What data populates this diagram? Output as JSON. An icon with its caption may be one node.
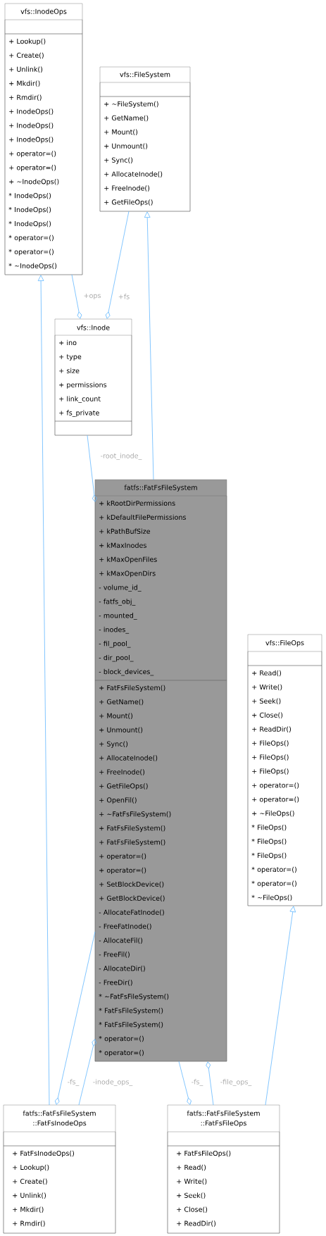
{
  "diagram": {
    "nodes": [
      {
        "text": [
          "vfs::InodeOps"
        ]
      },
      {
        "text": [],
        "shape": "box",
        "in": 0
      },
      {
        "text": [
          "+ Lookup()",
          "+ Create()",
          "+ Unlink()",
          "+ Mkdir()",
          "+ Rmdir()",
          "+ InodeOps()",
          "+ InodeOps()",
          "+ InodeOps()",
          "+ operator=()",
          "+ operator=()",
          "+ ~InodeOps()",
          "* InodeOps()",
          "* InodeOps()",
          "* InodeOps()",
          "* operator=()",
          "* operator=()",
          "* ~InodeOps()"
        ],
        "in": 0
      },
      {
        "text": [
          "vfs::FileSystem"
        ]
      },
      {
        "text": [],
        "shape": "box",
        "in": 3
      },
      {
        "text": [
          "+ ~FileSystem()",
          "+ GetName()",
          "+ Mount()",
          "+ Unmount()",
          "+ Sync()",
          "+ AllocateInode()",
          "+ FreeInode()",
          "+ GetFileOps()"
        ],
        "in": 3
      },
      {
        "text": [
          "vfs::Inode"
        ]
      },
      {
        "text": [
          "+ ino",
          "+ type",
          "+ size",
          "+ permissions",
          "+ link_count",
          "+ fs_private"
        ],
        "in": 6
      },
      {
        "text": [],
        "shape": "box",
        "in": 6
      },
      {
        "text": [
          "fatfs::FatFsFileSystem"
        ]
      },
      {
        "text": [
          "+ kRootDirPermissions",
          "+ kDefaultFilePermissions",
          "+ kPathBufSize",
          "+ kMaxInodes",
          "+ kMaxOpenFiles",
          "+ kMaxOpenDirs",
          "- volume_id_",
          "- fatfs_obj_",
          "- mounted_",
          "- inodes_",
          "- fil_pool_",
          "- dir_pool_",
          "- block_devices_"
        ],
        "in": 9
      },
      {
        "text": [
          "+ FatFsFileSystem()",
          "+ GetName()",
          "+ Mount()",
          "+ Unmount()",
          "+ Sync()",
          "+ AllocateInode()",
          "+ FreeInode()",
          "+ GetFileOps()",
          "+ OpenFil()",
          "+ ~FatFsFileSystem()",
          "+ FatFsFileSystem()",
          "+ FatFsFileSystem()",
          "+ operator=()",
          "+ operator=()",
          "+ SetBlockDevice()",
          "+ GetBlockDevice()",
          "- AllocateFatInode()",
          "- FreeFatInode()",
          "- AllocateFil()",
          "- FreeFil()",
          "- AllocateDir()",
          "- FreeDir()",
          "* ~FatFsFileSystem()",
          "* FatFsFileSystem()",
          "* FatFsFileSystem()",
          "* operator=()",
          "* operator=()"
        ],
        "in": 9
      },
      {
        "text": [
          "vfs::FileOps"
        ]
      },
      {
        "text": [],
        "shape": "box",
        "in": 12
      },
      {
        "text": [
          "+ Read()",
          "+ Write()",
          "+ Seek()",
          "+ Close()",
          "+ ReadDir()",
          "+ FileOps()",
          "+ FileOps()",
          "+ FileOps()",
          "+ operator=()",
          "+ operator=()",
          "+ ~FileOps()",
          "* FileOps()",
          "* FileOps()",
          "* FileOps()",
          "* operator=()",
          "* operator=()",
          "* ~FileOps()"
        ],
        "in": 12
      },
      {
        "text": [
          "fatfs::FatFsFileSystem ::FatFsInodeOps"
        ]
      },
      {
        "text": [],
        "shape": "box",
        "in": 15
      },
      {
        "text": [
          "+ FatFsInodeOps()",
          "+ Lookup()",
          "+ Create()",
          "+ Unlink()",
          "+ Mkdir()",
          "+ Rmdir()"
        ],
        "in": 15
      },
      {
        "text": [
          "fatfs::FatFsFileSystem ::FatFsFileOps"
        ]
      },
      {
        "text": [],
        "shape": "box",
        "in": 18
      },
      {
        "text": [
          "+ FatFsFileOps()",
          "+ Read()",
          "+ Write()",
          "+ Seek()",
          "+ Close()",
          "+ ReadDir()"
        ],
        "in": 18
      }
    ],
    "edges": [
      {
        "from": 9,
        "to": 3,
        "arrow": "to"
      },
      {
        "from": 15,
        "to": 0,
        "arrow": "to"
      },
      {
        "from": 18,
        "to": 12,
        "arrow": "to"
      },
      {
        "from": 0,
        "to": 6,
        "arrow": "other",
        "label": "+ops"
      },
      {
        "from": 3,
        "to": 6,
        "arrow": "other",
        "label": "+fs"
      },
      {
        "from": 6,
        "to": 9,
        "arrow": "other",
        "label": "-root_inode_"
      },
      {
        "from": 9,
        "to": 15,
        "arrow": "other",
        "label": "-fs_"
      },
      {
        "from": 15,
        "to": 9,
        "arrow": "other",
        "label": "-inode_ops_"
      },
      {
        "from": 9,
        "to": 18,
        "arrow": "other",
        "label": "-fs_"
      },
      {
        "from": 18,
        "to": 9,
        "arrow": "other",
        "label": "-file_ops_"
      }
    ]
  }
}
